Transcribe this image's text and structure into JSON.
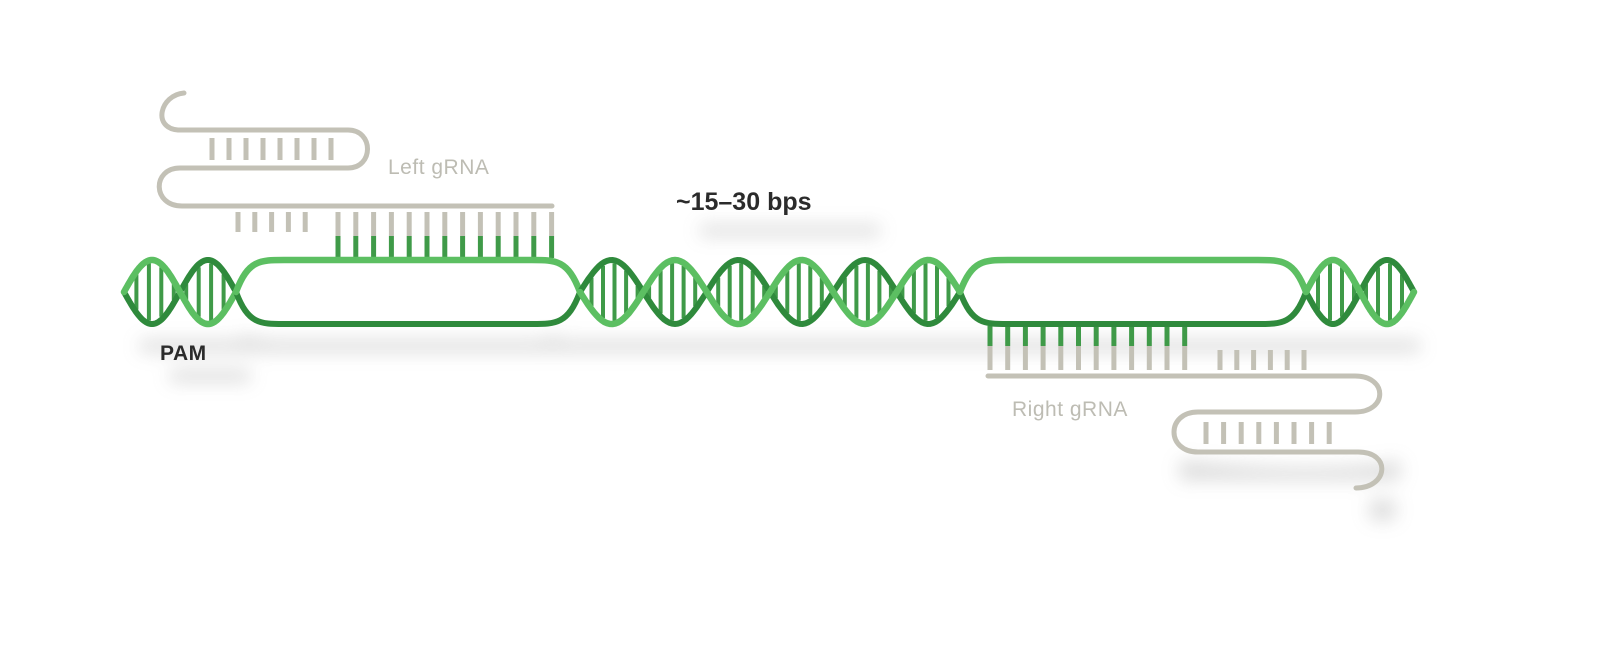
{
  "labels": {
    "left_grna": "Left gRNA",
    "right_grna": "Right gRNA",
    "spacer": "~15–30 bps",
    "pam": "PAM"
  },
  "colors": {
    "dna_light": "#5cbf62",
    "dna_dark": "#2f8a3c",
    "rung": "#3f9a48",
    "grna": "#c3c1b6",
    "grna_text": "#bdbcb3",
    "label_dark": "#2b2b2b",
    "shadow": "#9a9a9a"
  }
}
